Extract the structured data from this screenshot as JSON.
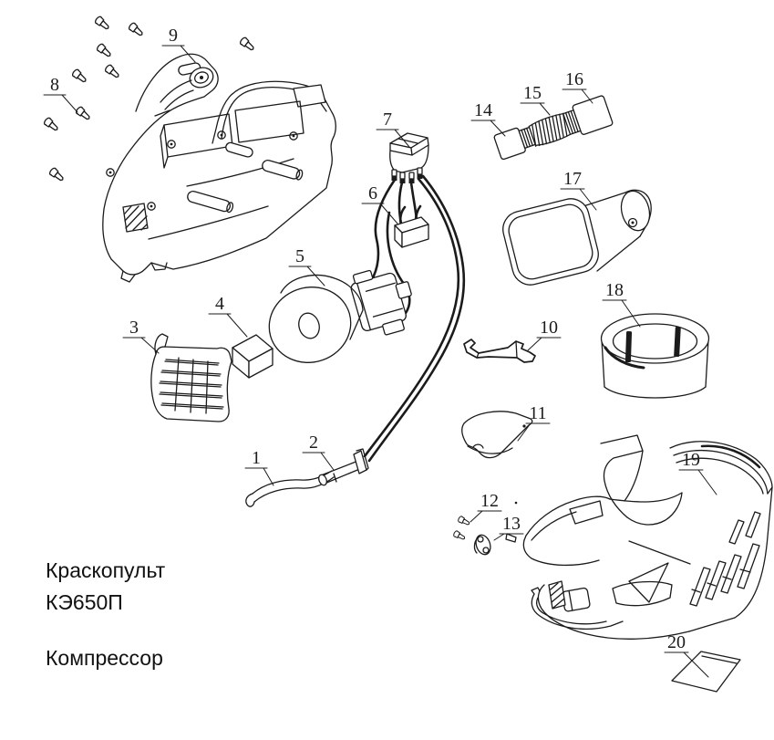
{
  "page": {
    "background": "#ffffff",
    "ink": "#1b1b1b"
  },
  "caption": {
    "line1": "Краскопульт",
    "line2": "КЭ650П",
    "line3": "Компрессор"
  },
  "diagram": {
    "kind": "exploded-parts-view",
    "callouts": [
      {
        "number": "1"
      },
      {
        "number": "2"
      },
      {
        "number": "3"
      },
      {
        "number": "4"
      },
      {
        "number": "5"
      },
      {
        "number": "6"
      },
      {
        "number": "7"
      },
      {
        "number": "8"
      },
      {
        "number": "9"
      },
      {
        "number": "10"
      },
      {
        "number": "11"
      },
      {
        "number": "12"
      },
      {
        "number": "13"
      },
      {
        "number": "14"
      },
      {
        "number": "15"
      },
      {
        "number": "16"
      },
      {
        "number": "17"
      },
      {
        "number": "18"
      },
      {
        "number": "19"
      },
      {
        "number": "20"
      }
    ]
  }
}
